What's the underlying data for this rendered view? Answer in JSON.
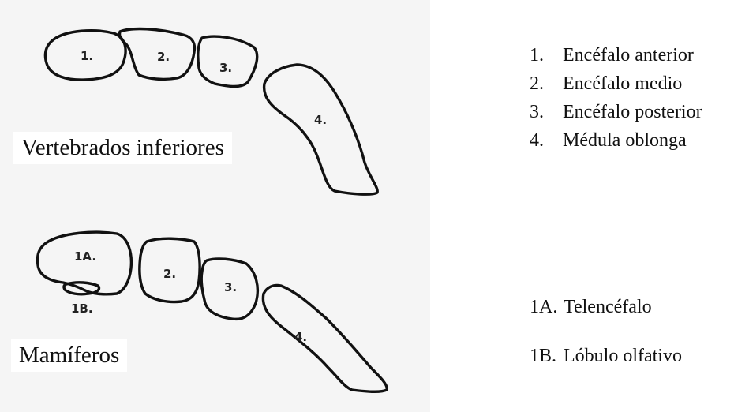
{
  "diagram": {
    "lower_vertebrates": {
      "title": "Vertebrados inferiores",
      "region_labels": [
        "1.",
        "2.",
        "3.",
        "4."
      ]
    },
    "mammals": {
      "title": "Mamíferos",
      "region_labels": [
        "1A.",
        "1B.",
        "2.",
        "3.",
        "4."
      ]
    }
  },
  "legend_lower": [
    {
      "num": "1.",
      "text": "Encéfalo anterior"
    },
    {
      "num": "2.",
      "text": "Encéfalo medio"
    },
    {
      "num": "3.",
      "text": "Encéfalo posterior"
    },
    {
      "num": "4.",
      "text": "Médula oblonga"
    }
  ],
  "legend_mammals": [
    {
      "num": "1A.",
      "text": "Telencéfalo"
    },
    {
      "num": "1B.",
      "text": "Lóbulo olfativo"
    }
  ]
}
